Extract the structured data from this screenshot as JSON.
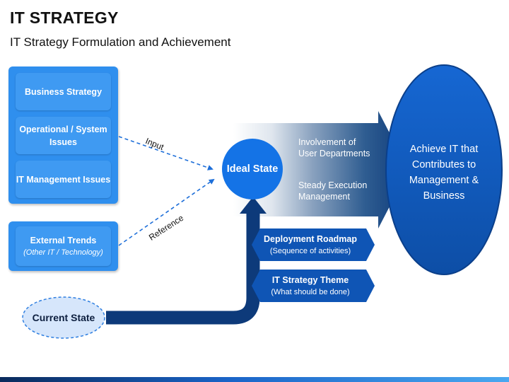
{
  "header": {
    "title": "IT STRATEGY",
    "subtitle": "IT Strategy Formulation and Achievement"
  },
  "inputs": {
    "items": [
      {
        "label": "Business Strategy"
      },
      {
        "label": "Operational / System Issues"
      },
      {
        "label": "IT Management Issues"
      }
    ],
    "external": {
      "label": "External Trends",
      "note": "(Other IT / Technology)"
    }
  },
  "connectors": {
    "input_label": "Input",
    "reference_label": "Reference"
  },
  "ideal_state": {
    "label": "Ideal State"
  },
  "arrow_points": [
    {
      "label": "Involvement of User Departments"
    },
    {
      "label": "Steady Execution Management"
    }
  ],
  "goal": {
    "label": "Achieve IT that Contributes to Management & Business"
  },
  "stages": [
    {
      "title": "Deployment Roadmap",
      "note": "(Sequence of activities)"
    },
    {
      "title": "IT Strategy Theme",
      "note": "(What should be done)"
    }
  ],
  "current_state": {
    "label": "Current State"
  },
  "colors": {
    "accent_blue": "#2f8fee",
    "dark_navy": "#0d3a7a",
    "circle_blue": "#1473e6"
  }
}
